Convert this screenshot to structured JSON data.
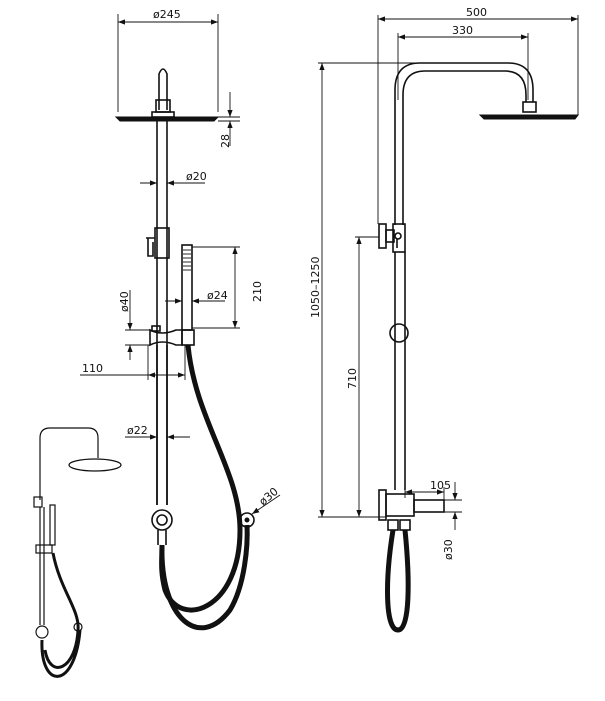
{
  "title": "Shower column technical drawing",
  "front_view": {
    "head_diameter": "ø245",
    "head_thickness": "28",
    "arm_diameter": "ø20",
    "holder_diameter": "ø40",
    "handset_diameter": "ø24",
    "handset_length": "210",
    "holder_projection": "110",
    "rail_diameter": "ø22",
    "hose_connector_diameter": "ø30"
  },
  "side_view": {
    "total_projection": "500",
    "arm_reach": "330",
    "height_range": "1050–1250",
    "diverter_height": "710",
    "outlet_projection": "105",
    "inlet_diameter": "ø30"
  },
  "colors": {
    "line": "#111111",
    "background": "#ffffff"
  }
}
